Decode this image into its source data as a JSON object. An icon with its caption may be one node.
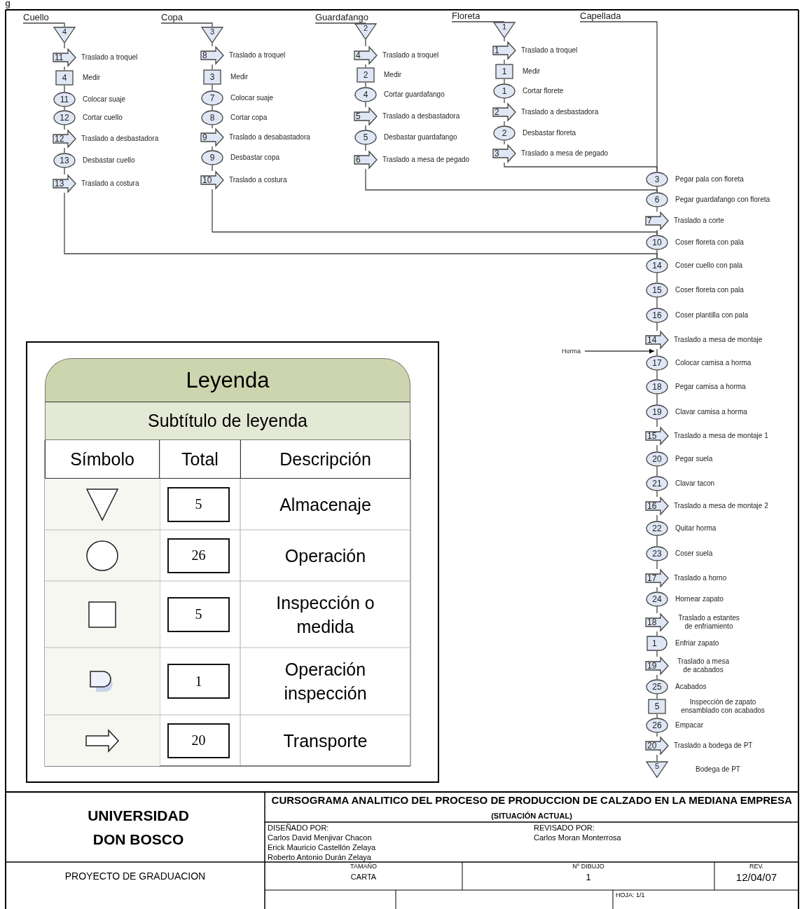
{
  "diagram": {
    "title": "CURSOGRAMA ANALITICO DEL PROCESO DE PRODUCCION DE CALZADO EN LA MEDIANA EMPRESA",
    "nodes": [
      {
        "text": [
          "Cuello"
        ]
      },
      {
        "text": [
          "4"
        ]
      },
      {
        "text": [
          "11"
        ],
        "beside": [
          "Traslado a troquel"
        ]
      },
      {
        "text": [
          "4"
        ],
        "beside": [
          "Medir"
        ]
      },
      {
        "text": [
          "11"
        ],
        "beside": [
          "Colocar suaje"
        ]
      },
      {
        "text": [
          "12"
        ],
        "beside": [
          "Cortar cuello"
        ]
      },
      {
        "text": [
          "12"
        ],
        "beside": [
          "Traslado a desbastadora"
        ]
      },
      {
        "text": [
          "13"
        ],
        "beside": [
          "Desbastar cuello"
        ]
      },
      {
        "text": [
          "13"
        ],
        "beside": [
          "Traslado a costura"
        ]
      },
      {
        "text": [
          "Copa"
        ]
      },
      {
        "text": [
          "3"
        ]
      },
      {
        "text": [
          "8"
        ],
        "beside": [
          "Traslado a troquel"
        ]
      },
      {
        "text": [
          "3"
        ],
        "beside": [
          "Medir"
        ]
      },
      {
        "text": [
          "7"
        ],
        "beside": [
          "Colocar suaje"
        ]
      },
      {
        "text": [
          "8"
        ],
        "beside": [
          "Cortar copa"
        ]
      },
      {
        "text": [
          "9"
        ],
        "beside": [
          "Traslado a desabastadora"
        ]
      },
      {
        "text": [
          "9"
        ],
        "beside": [
          "Desbastar copa"
        ]
      },
      {
        "text": [
          "10"
        ],
        "beside": [
          "Traslado a costura"
        ]
      },
      {
        "text": [
          "Guardafango"
        ]
      },
      {
        "text": [
          "2"
        ]
      },
      {
        "text": [
          "4"
        ],
        "beside": [
          "Traslado a troquel"
        ]
      },
      {
        "text": [
          "2"
        ],
        "beside": [
          "Medir"
        ]
      },
      {
        "text": [
          "4"
        ],
        "beside": [
          "Cortar guardafango"
        ]
      },
      {
        "text": [
          "5"
        ],
        "beside": [
          "Traslado a desbastadora"
        ]
      },
      {
        "text": [
          "5"
        ],
        "beside": [
          "Desbastar guardafango"
        ]
      },
      {
        "text": [
          "6"
        ],
        "beside": [
          "Traslado a mesa de pegado"
        ]
      },
      {
        "text": [
          "Floreta"
        ]
      },
      {
        "text": [
          "1"
        ]
      },
      {
        "text": [
          "1"
        ],
        "beside": [
          "Traslado a troquel"
        ]
      },
      {
        "text": [
          "1"
        ],
        "beside": [
          "Medir"
        ]
      },
      {
        "text": [
          "1"
        ],
        "beside": [
          "Cortar florete"
        ]
      },
      {
        "text": [
          "2"
        ],
        "beside": [
          "Traslado a desbastadora"
        ]
      },
      {
        "text": [
          "2"
        ],
        "beside": [
          "Desbastar floreta"
        ]
      },
      {
        "text": [
          "3"
        ],
        "beside": [
          "Traslado a mesa de pegado"
        ]
      },
      {
        "text": [
          "Capellada"
        ]
      },
      {
        "text": [
          "3"
        ],
        "beside": [
          "Pegar pala con floreta"
        ]
      },
      {
        "text": [
          "6"
        ],
        "beside": [
          "Pegar guardafango con floreta"
        ]
      },
      {
        "text": [
          "7"
        ],
        "beside": [
          "Traslado a corte"
        ]
      },
      {
        "text": [
          "10"
        ],
        "beside": [
          "Coser floreta con pala"
        ]
      },
      {
        "text": [
          "14"
        ],
        "beside": [
          "Coser cuello con pala"
        ]
      },
      {
        "text": [
          "15"
        ],
        "beside": [
          "Coser floreta con pala"
        ]
      },
      {
        "text": [
          "16"
        ],
        "beside": [
          "Coser plantilla con pala"
        ]
      },
      {
        "text": [
          "14"
        ],
        "beside": [
          "Traslado a mesa de montaje"
        ]
      },
      {
        "text": [
          "Horma"
        ]
      },
      {
        "text": [
          "17"
        ],
        "beside": [
          "Colocar camisa a horma"
        ]
      },
      {
        "text": [
          "18"
        ],
        "beside": [
          "Pegar camisa a horma"
        ]
      },
      {
        "text": [
          "19"
        ],
        "beside": [
          "Clavar camisa a horma"
        ]
      },
      {
        "text": [
          "15"
        ],
        "beside": [
          "Traslado a mesa de montaje 1"
        ]
      },
      {
        "text": [
          "20"
        ],
        "beside": [
          "Pegar suela"
        ]
      },
      {
        "text": [
          "21"
        ],
        "beside": [
          "Clavar tacon"
        ]
      },
      {
        "text": [
          "16"
        ],
        "beside": [
          "Traslado a mesa de montaje 2"
        ]
      },
      {
        "text": [
          "22"
        ],
        "beside": [
          "Quitar horma"
        ]
      },
      {
        "text": [
          "23"
        ],
        "beside": [
          "Coser suela"
        ]
      },
      {
        "text": [
          "17"
        ],
        "beside": [
          "Traslado a horno"
        ]
      },
      {
        "text": [
          "24"
        ],
        "beside": [
          "Hornear zapato"
        ]
      },
      {
        "text": [
          "18"
        ],
        "beside": [
          "Traslado a estantes de enfriamiento"
        ]
      },
      {
        "text": [
          "1"
        ],
        "beside": [
          "Enfriar zapato"
        ]
      },
      {
        "text": [
          "19"
        ],
        "beside": [
          "Traslado a mesa de acabados"
        ]
      },
      {
        "text": [
          "25"
        ],
        "beside": [
          "Acabados"
        ]
      },
      {
        "text": [
          "5"
        ],
        "beside": [
          "Inspección de zapato ensamblado con acabados"
        ]
      },
      {
        "text": [
          "26"
        ],
        "beside": [
          "Empacar"
        ]
      },
      {
        "text": [
          "20"
        ],
        "beside": [
          "Traslado a bodega de PT"
        ]
      },
      {
        "text": [
          "5"
        ],
        "beside": [
          "Bodega de PT"
        ]
      }
    ],
    "edges": [
      {
        "from": 0,
        "to": 1,
        "arrow": "none"
      },
      {
        "from": 1,
        "to": 2,
        "arrow": "none"
      },
      {
        "from": 2,
        "to": 3,
        "arrow": "none"
      },
      {
        "from": 3,
        "to": 4,
        "arrow": "none"
      },
      {
        "from": 4,
        "to": 5,
        "arrow": "none"
      },
      {
        "from": 5,
        "to": 6,
        "arrow": "none"
      },
      {
        "from": 6,
        "to": 7,
        "arrow": "none"
      },
      {
        "from": 7,
        "to": 8,
        "arrow": "none"
      },
      {
        "from": 8,
        "to": 39,
        "arrow": "none"
      },
      {
        "from": 9,
        "to": 10,
        "arrow": "none"
      },
      {
        "from": 10,
        "to": 11,
        "arrow": "none"
      },
      {
        "from": 11,
        "to": 12,
        "arrow": "none"
      },
      {
        "from": 12,
        "to": 13,
        "arrow": "none"
      },
      {
        "from": 13,
        "to": 14,
        "arrow": "none"
      },
      {
        "from": 14,
        "to": 15,
        "arrow": "none"
      },
      {
        "from": 15,
        "to": 16,
        "arrow": "none"
      },
      {
        "from": 16,
        "to": 17,
        "arrow": "none"
      },
      {
        "from": 17,
        "to": 38,
        "arrow": "none"
      },
      {
        "from": 18,
        "to": 19,
        "arrow": "none"
      },
      {
        "from": 19,
        "to": 20,
        "arrow": "none"
      },
      {
        "from": 20,
        "to": 21,
        "arrow": "none"
      },
      {
        "from": 21,
        "to": 22,
        "arrow": "none"
      },
      {
        "from": 22,
        "to": 23,
        "arrow": "none"
      },
      {
        "from": 23,
        "to": 24,
        "arrow": "none"
      },
      {
        "from": 24,
        "to": 25,
        "arrow": "none"
      },
      {
        "from": 25,
        "to": 36,
        "arrow": "none"
      },
      {
        "from": 26,
        "to": 27,
        "arrow": "none"
      },
      {
        "from": 27,
        "to": 28,
        "arrow": "none"
      },
      {
        "from": 28,
        "to": 29,
        "arrow": "none"
      },
      {
        "from": 29,
        "to": 30,
        "arrow": "none"
      },
      {
        "from": 30,
        "to": 31,
        "arrow": "none"
      },
      {
        "from": 31,
        "to": 32,
        "arrow": "none"
      },
      {
        "from": 32,
        "to": 33,
        "arrow": "none"
      },
      {
        "from": 33,
        "to": 35,
        "arrow": "none"
      },
      {
        "from": 34,
        "to": 35,
        "arrow": "none"
      },
      {
        "from": 35,
        "to": 36,
        "arrow": "none"
      },
      {
        "from": 36,
        "to": 37,
        "arrow": "none"
      },
      {
        "from": 37,
        "to": 38,
        "arrow": "none"
      },
      {
        "from": 38,
        "to": 39,
        "arrow": "none"
      },
      {
        "from": 39,
        "to": 40,
        "arrow": "none"
      },
      {
        "from": 40,
        "to": 41,
        "arrow": "none"
      },
      {
        "from": 41,
        "to": 42,
        "arrow": "none"
      },
      {
        "from": 42,
        "to": 44,
        "arrow": "none"
      },
      {
        "from": 43,
        "to": 44,
        "arrow": "to"
      },
      {
        "from": 44,
        "to": 45,
        "arrow": "none"
      },
      {
        "from": 45,
        "to": 46,
        "arrow": "none"
      },
      {
        "from": 46,
        "to": 47,
        "arrow": "none"
      },
      {
        "from": 47,
        "to": 48,
        "arrow": "none"
      },
      {
        "from": 48,
        "to": 49,
        "arrow": "none"
      },
      {
        "from": 49,
        "to": 50,
        "arrow": "none"
      },
      {
        "from": 50,
        "to": 51,
        "arrow": "none"
      },
      {
        "from": 51,
        "to": 52,
        "arrow": "none"
      },
      {
        "from": 52,
        "to": 53,
        "arrow": "none"
      },
      {
        "from": 53,
        "to": 54,
        "arrow": "none"
      },
      {
        "from": 54,
        "to": 55,
        "arrow": "none"
      },
      {
        "from": 55,
        "to": 56,
        "arrow": "none"
      },
      {
        "from": 56,
        "to": 57,
        "arrow": "none"
      },
      {
        "from": 57,
        "to": 58,
        "arrow": "none"
      },
      {
        "from": 58,
        "to": 59,
        "arrow": "none"
      },
      {
        "from": 59,
        "to": 60,
        "arrow": "none"
      },
      {
        "from": 60,
        "to": 61,
        "arrow": "none"
      },
      {
        "from": 61,
        "to": 62,
        "arrow": "none"
      }
    ],
    "labels": [
      "g",
      "Leyenda",
      "Subtítulo de leyenda",
      "Símbolo",
      "Total",
      "Descripción",
      "5",
      "Almacenaje",
      "26",
      "Operación",
      "5",
      "Inspección o medida",
      "1",
      "Operación inspección",
      "20",
      "Transporte",
      "UNIVERSIDAD DON BOSCO",
      "(SITUACIÓN ACTUAL)",
      "DISEÑADO POR:",
      "REVISADO POR:",
      "Carlos David Menjivar Chacon",
      "Carlos Moran Monterrosa",
      "Erick Mauricio Castellón Zelaya",
      "Roberto Antonio Durán Zelaya",
      "PROYECTO DE GRADUACION",
      "TAMAÑO",
      "Nº DIBUJO",
      "REV.",
      "CARTA",
      "1",
      "12/04/07",
      "HOJA: 1/1"
    ]
  }
}
